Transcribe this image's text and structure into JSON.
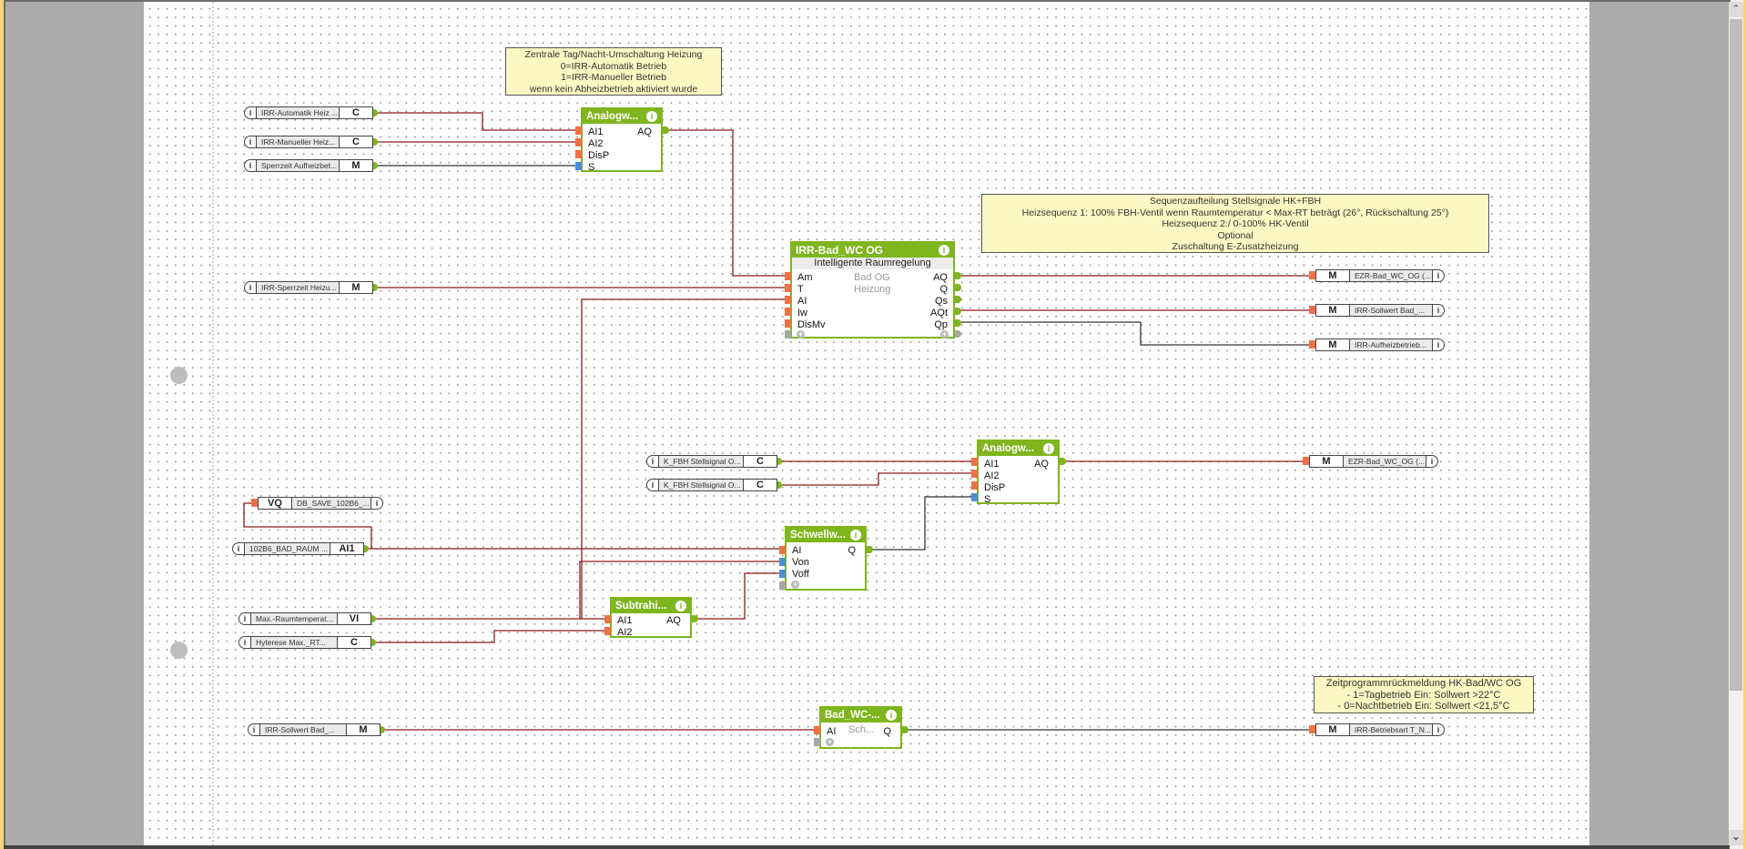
{
  "window": {
    "scroll": {
      "up_icon": "chevron-up-icon",
      "down_icon": "chevron-down-icon"
    }
  },
  "comments": [
    {
      "lines": [
        "Zentrale Tag/Nacht-Umschaltung Heizung",
        "0=IRR-Automatik Betrieb",
        "1=IRR-Manueller Betrieb",
        "wenn kein Abheizbetrieb aktiviert wurde"
      ]
    },
    {
      "lines": [
        "Sequenzaufteilung Stellsignale HK+FBH",
        "Heizsequenz 1: 100%  FBH-Ventil wenn Raumtemperatur < Max-RT beträgt (26°, Rückschaltung 25°)",
        "Heizsequenz 2:/ 0-100% HK-Ventil",
        "Optional",
        "Zuschaltung E-Zusatzheizung"
      ]
    },
    {
      "lines": [
        "Zeitprogrammrückmeldung HK-Bad/WC OG",
        "- 1=Tagbetrieb Ein: Sollwert >22°C",
        "- 0=Nachtbetrieb Ein: Sollwert <21,5°C"
      ]
    }
  ],
  "inputs": [
    {
      "label": "IRR-Automatik  Heiz ...",
      "type": "C"
    },
    {
      "label": "IRR-Manueller  Heiz...",
      "type": "C"
    },
    {
      "label": "Sperrzeit  Aufheizbet...",
      "type": "M"
    },
    {
      "label": "IRR-Sperrzeit  Heizu...",
      "type": "M"
    },
    {
      "label": "K_FBH  Stellsignal  O...",
      "type": "C"
    },
    {
      "label": "K_FBH  Stellsignal  O...",
      "type": "C"
    },
    {
      "label": "102B6_BAD_RAUM ...",
      "type": "AI1"
    },
    {
      "label": "Max.-Raumtemperat...",
      "type": "VI"
    },
    {
      "label": "Hyterese  Max._RT...",
      "type": "C"
    },
    {
      "label": "IRR-Sollwert  Bad_...",
      "type": "M"
    }
  ],
  "outputs": [
    {
      "label": "EZR-Bad_WC_OG  (...",
      "type": "M"
    },
    {
      "label": "IRR-Sollwert  Bad_...",
      "type": "M"
    },
    {
      "label": "IRR-Aufheizbetrieb...",
      "type": "M"
    },
    {
      "label": "EZR-Bad_WC_OG  (...",
      "type": "M"
    },
    {
      "label": "DB_SAVE_102B6_...",
      "type": "VQ"
    },
    {
      "label": "IRR-Betriebsart  T_N...",
      "type": "M"
    }
  ],
  "blocks": {
    "analog1": {
      "title": "Analogw...",
      "inputs": [
        "AI1",
        "AI2",
        "DisP",
        "S"
      ],
      "outputs": [
        "AQ"
      ]
    },
    "irr": {
      "title": "IRR-Bad_WC OG",
      "subtitle": "Intelligente Raumregelung",
      "inputs": [
        "Am",
        "T",
        "AI",
        "Iw",
        "DisMv"
      ],
      "outputs": [
        "AQ",
        "Q",
        "Qs",
        "AQt",
        "Qp"
      ],
      "center": [
        "Bad OG",
        "Heizung"
      ]
    },
    "analog2": {
      "title": "Analogw...",
      "inputs": [
        "AI1",
        "AI2",
        "DisP",
        "S"
      ],
      "outputs": [
        "AQ"
      ]
    },
    "schwell": {
      "title": "Schwellw...",
      "inputs": [
        "AI",
        "Von",
        "Voff"
      ],
      "outputs": [
        "Q"
      ]
    },
    "subtr": {
      "title": "Subtrahi...",
      "inputs": [
        "AI1",
        "AI2"
      ],
      "outputs": [
        "AQ"
      ]
    },
    "badwc": {
      "title": "Bad_WC-...",
      "inputs": [
        "AI"
      ],
      "outputs": [
        "Q"
      ],
      "center": [
        "Sch..."
      ]
    }
  },
  "icons": {
    "info": "i",
    "plus": "+"
  },
  "colors": {
    "block_green": "#7fb51d",
    "wire_analog": "#8b1a1a",
    "wire_digital": "#333333",
    "comment_bg": "#fdf7c3"
  }
}
